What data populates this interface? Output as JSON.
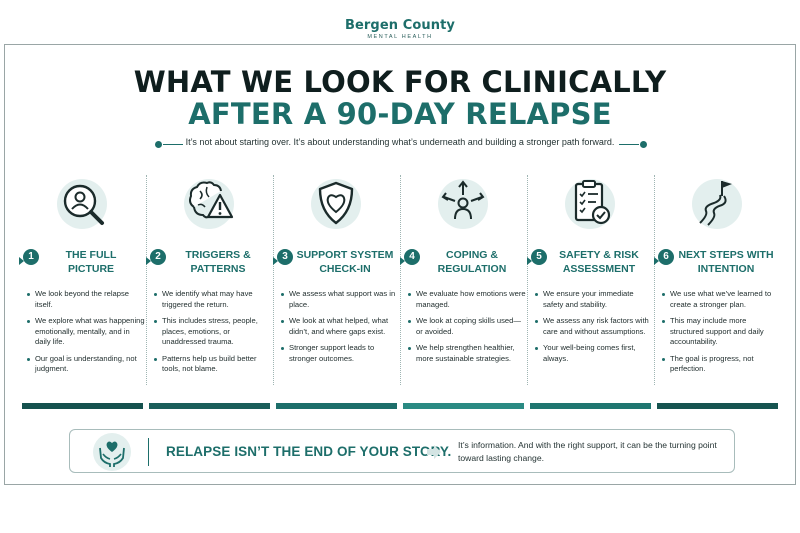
{
  "brand": {
    "name": "Bergen County",
    "sub": "MENTAL HEALTH"
  },
  "title": {
    "line1": "WHAT WE LOOK FOR CLINICALLY",
    "line2": "AFTER A 90-DAY RELAPSE"
  },
  "subtitle": "It’s not about starting over. It’s about understanding what’s underneath and building a stronger path forward.",
  "colors": {
    "teal": "#1d6e6a",
    "dark": "#0f1e1e",
    "circle": "#e3efee"
  },
  "sections": [
    {
      "number": "1",
      "icon": "magnifier-person-icon",
      "heading": [
        "THE FULL",
        "PICTURE"
      ],
      "bullets": [
        "We look beyond the relapse itself.",
        "We explore what was happening emotionally, mentally, and in daily life.",
        "Our goal is understanding, not judgment."
      ]
    },
    {
      "number": "2",
      "icon": "brain-warning-icon",
      "heading": [
        "TRIGGERS &",
        "PATTERNS"
      ],
      "bullets": [
        "We identify what may have triggered the return.",
        "This includes stress, people, places, emotions, or unaddressed trauma.",
        "Patterns help us build better tools, not blame."
      ]
    },
    {
      "number": "3",
      "icon": "shield-heart-icon",
      "heading": [
        "SUPPORT SYSTEM",
        "CHECK-IN"
      ],
      "bullets": [
        "We assess what support was in place.",
        "We look at what helped, what didn’t, and where gaps exist.",
        "Stronger support leads to stronger outcomes."
      ]
    },
    {
      "number": "4",
      "icon": "person-arrows-icon",
      "heading": [
        "COPING &",
        "REGULATION"
      ],
      "bullets": [
        "We evaluate how emotions were managed.",
        "We look at coping skills used—or avoided.",
        "We help strengthen healthier, more sustainable strategies."
      ]
    },
    {
      "number": "5",
      "icon": "clipboard-check-icon",
      "heading": [
        "SAFETY & RISK",
        "ASSESSMENT"
      ],
      "bullets": [
        "We ensure your immediate safety and stability.",
        "We assess any risk factors with care and without assumptions.",
        "Your well-being comes first, always."
      ]
    },
    {
      "number": "6",
      "icon": "path-flag-icon",
      "heading": [
        "NEXT STEPS WITH",
        "INTENTION"
      ],
      "bullets": [
        "We use what we’ve learned to create a stronger plan.",
        "This may include more structured support and daily accountability.",
        "The goal is progress, not perfection."
      ]
    }
  ],
  "banner": {
    "icon": "hands-heart-icon",
    "heading": "RELAPSE ISN’T THE END OF YOUR STORY.",
    "text": "It’s information. And with the right support, it can be the turning point toward lasting change."
  }
}
